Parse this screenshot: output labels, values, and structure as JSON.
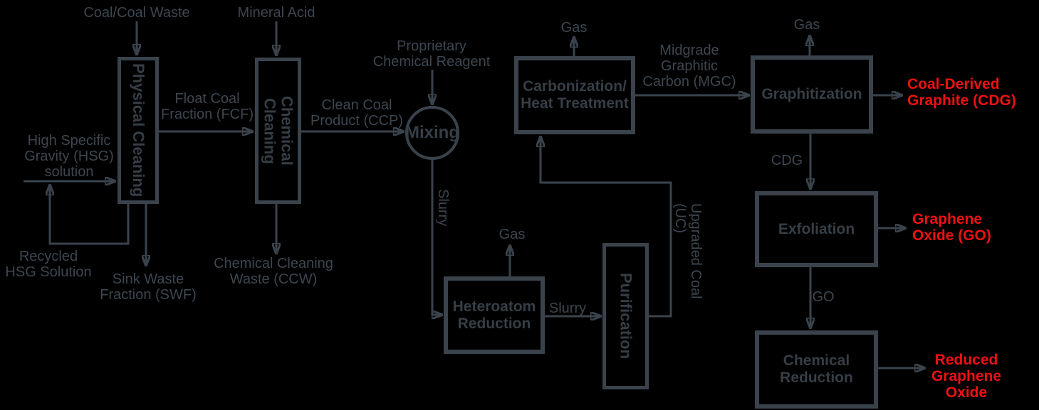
{
  "colors": {
    "background": "#000000",
    "line": "#3a434c",
    "node_text": "#363e46",
    "label_text": "#3d4650",
    "output_text": "#ee1111"
  },
  "nodes": {
    "physical_cleaning": "Physical Cleaning",
    "chemical_cleaning": "Chemical Cleaning",
    "mixing": "Mixing",
    "heteroatom_reduction": "Heteroatom\nReduction",
    "purification": "Purification",
    "carbonization": "Carbonization/\nHeat Treatment",
    "graphitization": "Graphitization",
    "exfoliation": "Exfoliation",
    "chemical_reduction": "Chemical\nReduction"
  },
  "flow_labels": {
    "coal_waste": "Coal/Coal Waste",
    "mineral_acid": "Mineral Acid",
    "float_coal_fraction": "Float Coal\nFraction (FCF)",
    "hsg_solution": "High Specific\nGravity (HSG)\nsolution",
    "recycled_hsg": "Recycled\nHSG Solution",
    "sink_waste_fraction": "Sink Waste\nFraction (SWF)",
    "chemical_cleaning_waste": "Chemical Cleaning\nWaste (CCW)",
    "clean_coal_product": "Clean Coal\nProduct (CCP)",
    "proprietary_reagent": "Proprietary\nChemical Reagent",
    "slurry_to_heteroatom": "Slurry",
    "gas_heteroatom": "Gas",
    "slurry_to_purification": "Slurry",
    "upgraded_coal": "Upgraded Coal\n(UC)",
    "gas_carbonization": "Gas",
    "midgrade_graphitic_carbon": "Midgrade\nGraphitic\nCarbon (MGC)",
    "gas_graphitization": "Gas",
    "cdg": "CDG",
    "go": "GO"
  },
  "outputs": {
    "coal_derived_graphite": "Coal-Derived\nGraphite (CDG)",
    "graphene_oxide": "Graphene\nOxide (GO)",
    "reduced_graphene_oxide": "Reduced\nGraphene Oxide"
  }
}
